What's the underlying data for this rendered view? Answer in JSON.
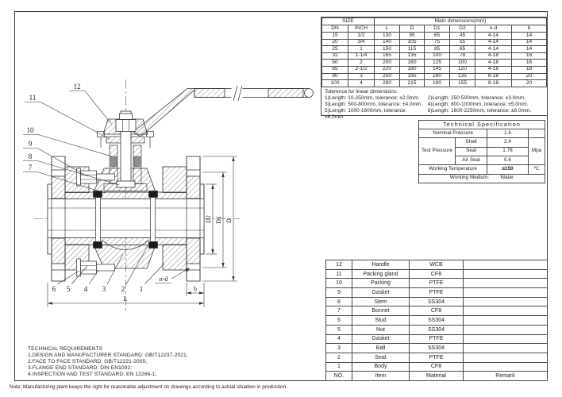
{
  "colors": {
    "line": "#333333",
    "table_border": "#4a4a4a",
    "paper": "#ffffff",
    "seat_fill": "#1b1b1b"
  },
  "drawing": {
    "callouts_left": [
      "12",
      "11",
      "10",
      "9",
      "8",
      "7"
    ],
    "callouts_bottom": [
      "6",
      "5",
      "4",
      "3",
      "2",
      "1"
    ],
    "dims": {
      "l": "L",
      "d": "D",
      "d1": "D1",
      "d2": "D2",
      "nd": "n-d",
      "b": "b"
    }
  },
  "size_table": {
    "size_header": "SIZE",
    "main_header": "Main dimensions(mm)",
    "columns": [
      "DN",
      "INCH",
      "L",
      "D",
      "D1",
      "D2",
      "n-d",
      "b"
    ],
    "rows": [
      [
        "15",
        "1/2",
        "130",
        "95",
        "65",
        "45",
        "4-14",
        "14"
      ],
      [
        "20",
        "3/4",
        "140",
        "105",
        "75",
        "55",
        "4-14",
        "14"
      ],
      [
        "25",
        "1",
        "150",
        "115",
        "85",
        "65",
        "4-14",
        "14"
      ],
      [
        "32",
        "1-1/4",
        "165",
        "135",
        "100",
        "78",
        "4-18",
        "16"
      ],
      [
        "50",
        "2",
        "200",
        "160",
        "125",
        "100",
        "4-18",
        "16"
      ],
      [
        "65",
        "2-1/2",
        "220",
        "180",
        "145",
        "120",
        "4-18",
        "18"
      ],
      [
        "80",
        "3",
        "250",
        "195",
        "160",
        "135",
        "8-18",
        "20"
      ],
      [
        "100",
        "4",
        "280",
        "215",
        "180",
        "155",
        "8-18",
        "20"
      ]
    ]
  },
  "tolerance": {
    "title": "Tolerence for linear dimensions:",
    "items": [
      "1)Length: 10-250mm, tolerance: ±2.0mm.",
      "2)Length: 250-500mm, tolerance: ±3.0mm.",
      "3)Length: 500-800mm, tolerance: ±4.0mm.",
      "4)Length: 800-1000mm, tolerance: ±5.0mm.",
      "5)Length: 1000-1600mm, tolerance: ±6.0mm.",
      "6)Length: 1600-2250mm, tolerance: ±8.0mm."
    ]
  },
  "spec_table": {
    "title": "Technical  Specification",
    "nominal_pressure_label": "Nominal Pressure",
    "nominal_pressure_value": "1.6",
    "test_pressure_label": "Test Pressure",
    "test_rows": [
      {
        "label": "Shell",
        "value": "2.4"
      },
      {
        "label": "Seal",
        "value": "1.76"
      },
      {
        "label": "Air Seal",
        "value": "0.6"
      }
    ],
    "pressure_unit": "Mpa",
    "working_temp_label": "Working Temperature",
    "working_temp_value": "≤150",
    "temp_unit": "℃",
    "working_medium_label": "Working Medium:",
    "working_medium_value": "Water"
  },
  "parts_table": {
    "rows": [
      [
        "12",
        "Handle",
        "WCB",
        ""
      ],
      [
        "11",
        "Packing gland",
        "CF8",
        ""
      ],
      [
        "10",
        "Packing",
        "PTFE",
        ""
      ],
      [
        "9",
        "Gasket",
        "PTFE",
        ""
      ],
      [
        "8",
        "Stem",
        "SS304",
        ""
      ],
      [
        "7",
        "Bonnet",
        "CF8",
        ""
      ],
      [
        "6",
        "Stud",
        "SS304",
        ""
      ],
      [
        "5",
        "Nut",
        "SS304",
        ""
      ],
      [
        "4",
        "Gasket",
        "PTFE",
        ""
      ],
      [
        "3",
        "Ball",
        "SS304",
        ""
      ],
      [
        "2",
        "Seat",
        "PTFE",
        ""
      ],
      [
        "1",
        "Body",
        "CF8",
        ""
      ]
    ],
    "header": [
      "NO.",
      "Item",
      "Material",
      "Remark"
    ]
  },
  "tech_req": {
    "title": "TECHNICAL REQUIREMENTS",
    "items": [
      "1.DESIGN AND MANUFACTURER STANDARD: GB/T12237-2021;",
      "2.FACE TO FACE STANDARD: GB/T12221-2005;",
      "3.FLANGE END STANDARD: DIN EN1092;",
      "4.INSPECTION AND TEST STANDARD: EN 12266-1;"
    ]
  },
  "footer_note": "Note: Manufacturing plant keeps the right for reasonable adjustment on drawings according to actual situation in production."
}
